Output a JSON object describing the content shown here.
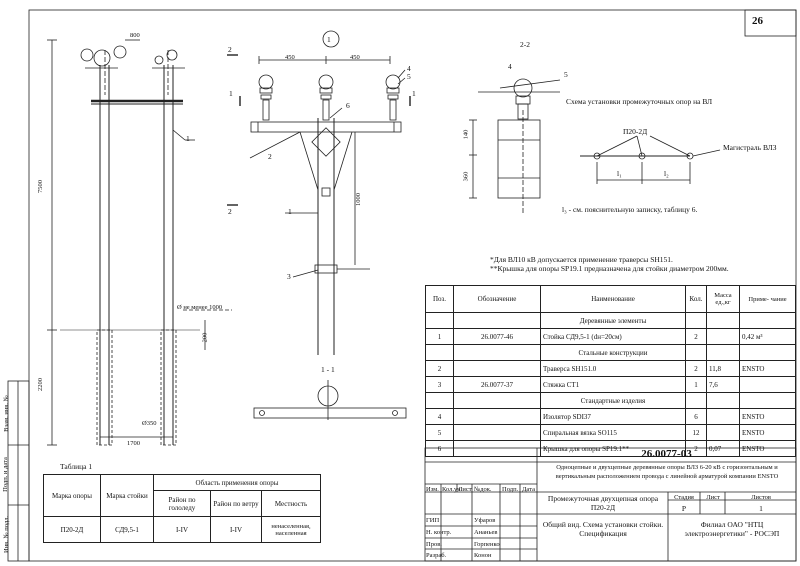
{
  "sheet_number": "26",
  "drawing_labels": {
    "circle_one": "1",
    "dim_800": "800",
    "dim_7500": "7500",
    "dim_2200": "2200",
    "dim_350": "Ø350",
    "dim_1700": "1700",
    "dim_450_left": "450",
    "dim_450_right": "450",
    "dim_1000": "1000",
    "dim_140": "140",
    "dim_360": "360",
    "dim_200": "200",
    "depth_note": "Ø не менее 1000",
    "section_2_2": "2-2",
    "section_1_1": "1 - 1",
    "section_mark_2": "2",
    "section_mark_1": "1",
    "pos_1": "1",
    "pos_2": "2",
    "pos_3": "3",
    "pos_4": "4",
    "pos_5": "5",
    "pos_6": "6"
  },
  "scheme": {
    "title": "Схема установки промежуточных опор на ВЛ",
    "support_label": "П20-2Д",
    "main_label": "Магистраль ВЛЗ",
    "l1": "l₁",
    "l2": "l₂",
    "l3_note": "l₃ - см. пояснительную записку, таблицу 6."
  },
  "notes": [
    "*Для ВЛ10 кВ допускается применение траверсы SH151.",
    "**Крышка для опоры SP19.1 предназначена для стойки диаметром 200мм."
  ],
  "spec": {
    "headers": [
      "Поз.",
      "Обозначение",
      "Наименование",
      "Кол.",
      "Масса ед.,кг",
      "Приме- чание"
    ],
    "sections": [
      {
        "title": "Деревянные элементы",
        "rows": [
          {
            "pos": "1",
            "designation": "26.0077-46",
            "name": "Стойка СД9,5-1  (dн=20см)",
            "qty": "2",
            "mass": "",
            "note": "0,42 м³"
          }
        ]
      },
      {
        "title": "Стальные конструкции",
        "rows": [
          {
            "pos": "2",
            "designation": "",
            "name": "Траверса SH151.0",
            "qty": "2",
            "mass": "11,8",
            "note": "ENSTO"
          },
          {
            "pos": "3",
            "designation": "26.0077-37",
            "name": "Стяжка СТ1",
            "qty": "1",
            "mass": "7,6",
            "note": ""
          }
        ]
      },
      {
        "title": "Стандартные изделия",
        "rows": [
          {
            "pos": "4",
            "designation": "",
            "name": "Изолятор SDI37",
            "qty": "6",
            "mass": "",
            "note": "ENSTO"
          },
          {
            "pos": "5",
            "designation": "",
            "name": "Спиральная вязка SO115",
            "qty": "12",
            "mass": "",
            "note": "ENSTO"
          },
          {
            "pos": "6",
            "designation": "",
            "name": "Крышка для опоры SP19.1**",
            "qty": "2",
            "mass": "0,07",
            "note": "ENSTO"
          }
        ]
      }
    ]
  },
  "table1": {
    "caption": "Таблица 1",
    "h_mark": "Марка опоры",
    "h_pole": "Марка стойки",
    "h_area": "Область применения опоры",
    "h_ice": "Район по гололеду",
    "h_wind": "Район по ветру",
    "h_terrain": "Местность",
    "row": {
      "mark": "П20-2Д",
      "pole": "СД9,5-1",
      "ice": "I-IV",
      "wind": "I-IV",
      "terrain": "ненаселенная, населенная"
    }
  },
  "stamp": {
    "code": "26.0077-03",
    "title": "Одноцепные и двухцепные деревянные опоры ВЛЗ 6-20 кВ с горизонтальным и вертикальным расположением провода с линейной арматурой компании ENSTO",
    "object": "Промежуточная двухцепная опора П20-2Д",
    "sheet_title": "Общий вид. Схема установки стойки. Спецификация",
    "org": "Филиал ОАО \"НТЦ электроэнергетики\" - РОСЭП",
    "h_stage": "Стадия",
    "h_sheet": "Лист",
    "h_sheets": "Листов",
    "stage": "Р",
    "sheets": "1",
    "cols": [
      "Изм.",
      "Кол.уч",
      "Лист",
      "№док.",
      "Подп.",
      "Дата"
    ],
    "people": [
      {
        "role": "ГИП",
        "name": "Уфаров"
      },
      {
        "role": "Н. контр.",
        "name": "Ананьев"
      },
      {
        "role": "Пров.",
        "name": "Горпенко"
      },
      {
        "role": "Разраб.",
        "name": "Конон"
      }
    ]
  },
  "side_fields": [
    "Взам. инв. №",
    "Подп. и дата",
    "Инв. № подл."
  ]
}
